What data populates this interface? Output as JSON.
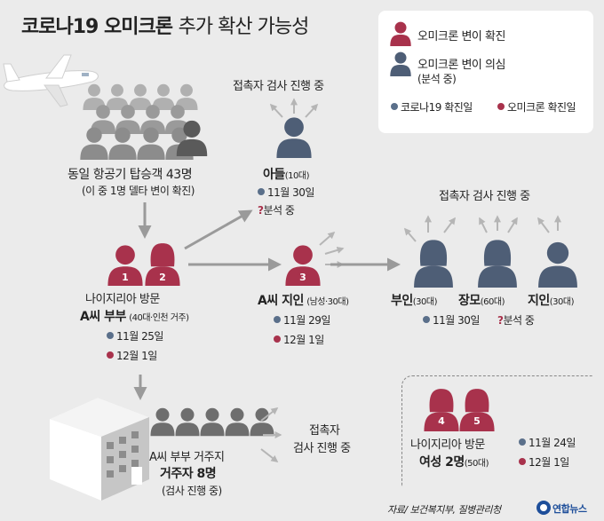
{
  "title": {
    "bold": "코로나19 오미크론",
    "light": "추가 확산 가능성"
  },
  "legend": {
    "confirmed": "오미크론 변이 확진",
    "suspected": "오미크론 변이 의심",
    "suspected_note": "(분석 중)",
    "covid_date": "코로나19 확진일",
    "omicron_date": "오미크론 확진일"
  },
  "passengers": {
    "line1": "동일 항공기 탑승객 43명",
    "line2": "(이 중 1명 델타 변이 확진)"
  },
  "son": {
    "top": "접촉자 검사 진행 중",
    "name": "아들",
    "age": "(10대)",
    "date1": "11월 30일",
    "date2": "분석 중"
  },
  "couple": {
    "line1": "나이지리아 방문",
    "name": "A씨 부부",
    "detail": "(40대·인천 거주)",
    "date1": "11월 25일",
    "date2": "12월 1일",
    "num1": "1",
    "num2": "2"
  },
  "acquaintance": {
    "name": "A씨 지인",
    "detail": "(남성·30대)",
    "date1": "11월 29일",
    "date2": "12월 1일",
    "num": "3"
  },
  "family": {
    "top": "접촉자 검사 진행 중",
    "wife": "부인",
    "wife_age": "(30대)",
    "mother": "장모",
    "mother_age": "(60대)",
    "friend": "지인",
    "friend_age": "(30대)",
    "date1": "11월 30일",
    "date2": "분석 중"
  },
  "residence": {
    "line1": "A씨 부부 거주지",
    "line2": "거주자 8명",
    "line3": "(검사 진행 중)",
    "contact1": "접촉자",
    "contact2": "검사 진행 중"
  },
  "women": {
    "line1": "나이지리아 방문",
    "name": "여성 2명",
    "age": "(50대)",
    "date1": "11월 24일",
    "date2": "12월 1일",
    "num1": "4",
    "num2": "5"
  },
  "source": "자료/ 보건복지부, 질병관리청",
  "logo": "연합뉴스",
  "colors": {
    "confirmed": "#a8324c",
    "suspected": "#4e5e76",
    "gray_crowd": "#8c8c8c",
    "dark_crowd": "#5a5a5a",
    "arrow": "#9a9a9a",
    "bg": "#ebebeb"
  }
}
